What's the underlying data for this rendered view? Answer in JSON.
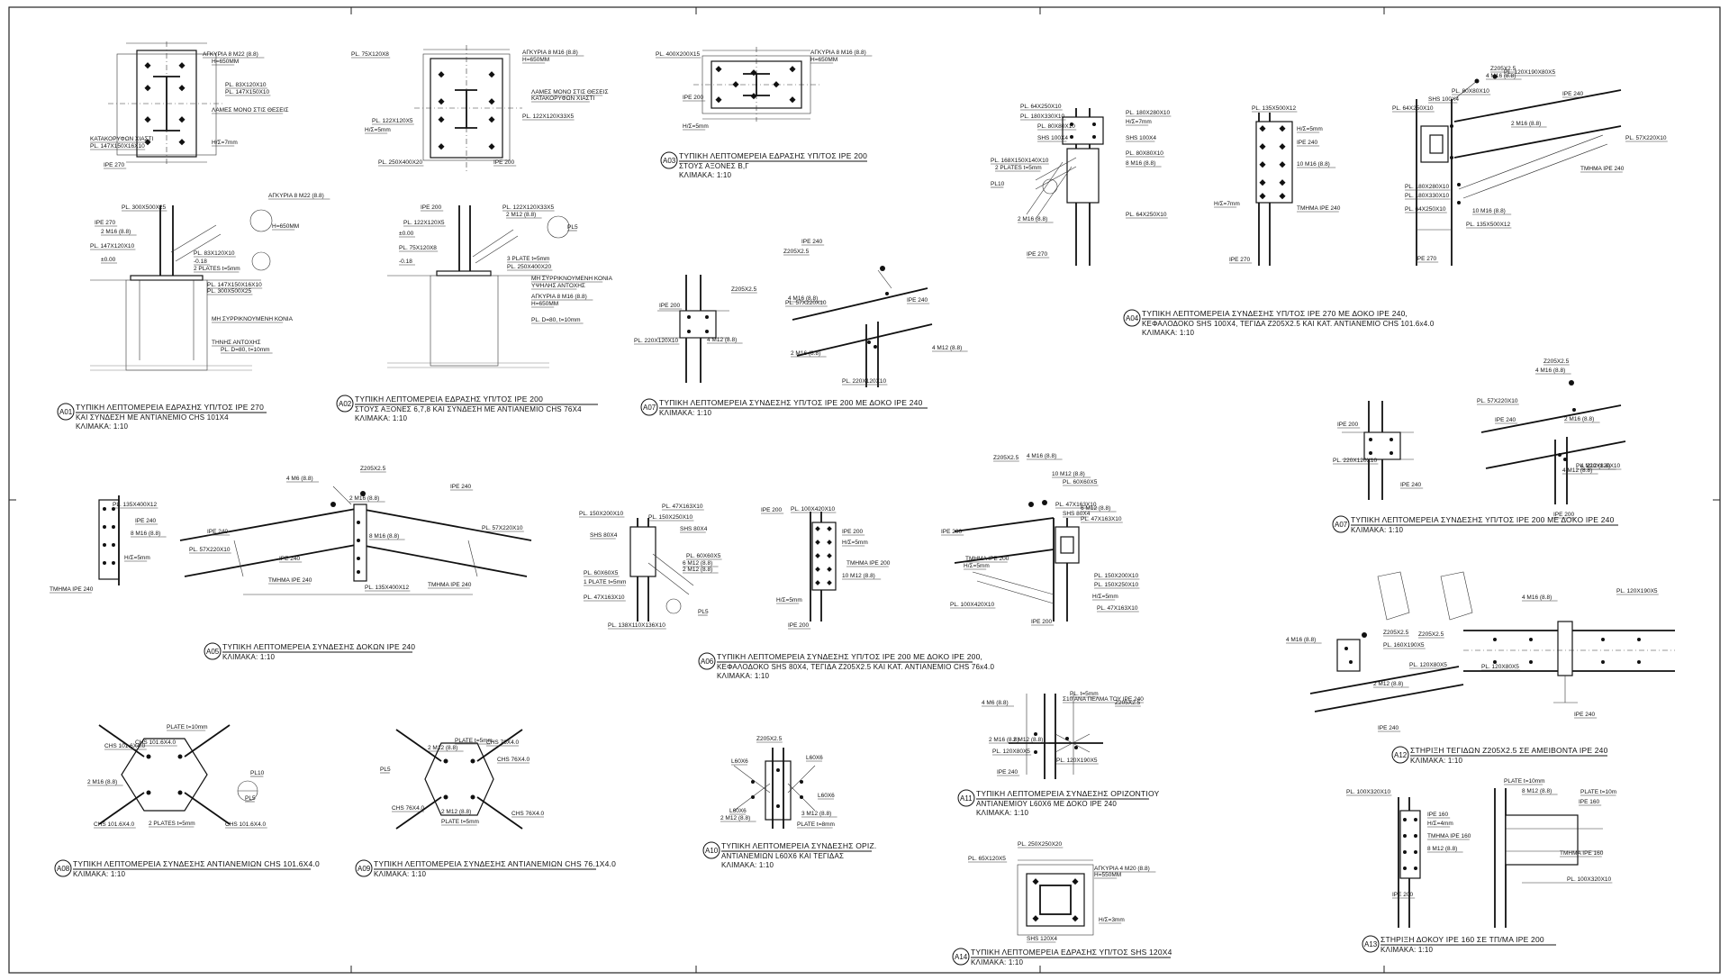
{
  "sheet": {
    "details": [
      {
        "mark": "A01",
        "title": "ΤΥΠΙΚΗ ΛΕΠΤΟΜΕΡΕΙΑ ΕΔΡΑΣΗΣ ΥΠ/ΤΟΣ IPE 270",
        "sub": "ΚΑΙ ΣΥΝΔΕΣΗ ΜΕ ΑΝΤΙΑΝΕΜΙΟ CHS 101X4",
        "scale": "ΚΛΙΜΑΚΑ:  1:10"
      },
      {
        "mark": "A02",
        "title": "ΤΥΠΙΚΗ ΛΕΠΤΟΜΕΡΕΙΑ ΕΔΡΑΣΗΣ ΥΠ/ΤΟΣ IPE 200",
        "sub": "ΣΤΟΥΣ ΑΞΟΝΕΣ 6,7,8 ΚΑΙ ΣΥΝΔΕΣΗ ΜΕ ΑΝΤΙΑΝΕΜΙΟ CHS 76X4",
        "scale": "ΚΛΙΜΑΚΑ:  1:10"
      },
      {
        "mark": "A03",
        "title": "ΤΥΠΙΚΗ ΛΕΠΤΟΜΕΡΕΙΑ ΕΔΡΑΣΗΣ ΥΠ/ΤΟΣ IPE 200",
        "sub": "ΣΤΟΥΣ ΑΞΟΝΕΣ Β,Γ",
        "scale": "ΚΛΙΜΑΚΑ:  1:10"
      },
      {
        "mark": "A04",
        "title": "ΤΥΠΙΚΗ ΛΕΠΤΟΜΕΡΕΙΑ ΣΥΝΔΕΣΗΣ ΥΠ/ΤΟΣ IPE 270 ΜΕ ΔΟΚΟ IPE 240,",
        "sub": "ΚΕΦΑΛΟΔΟΚΟ SHS 100X4, ΤΕΓΙΔΑ Z205X2.5 ΚΑΙ ΚΑΤ. ΑΝΤΙΑΝΕΜΙΟ CHS 101.6x4.0",
        "scale": "ΚΛΙΜΑΚΑ:  1:10"
      },
      {
        "mark": "A05",
        "title": "ΤΥΠΙΚΗ ΛΕΠΤΟΜΕΡΕΙΑ ΣΥΝΔΕΣΗΣ ΔΟΚΩΝ IPE 240",
        "sub": "",
        "scale": "ΚΛΙΜΑΚΑ:  1:10"
      },
      {
        "mark": "A06",
        "title": "ΤΥΠΙΚΗ ΛΕΠΤΟΜΕΡΕΙΑ ΣΥΝΔΕΣΗΣ ΥΠ/ΤΟΣ IPE 200 ΜΕ ΔΟΚΟ IPE 200,",
        "sub": "ΚΕΦΑΛΟΔΟΚΟ SHS 80X4, ΤΕΓΙΔΑ Z205X2.5 ΚΑΙ ΚΑΤ. ΑΝΤΙΑΝΕΜΙΟ CHS 76x4.0",
        "scale": "ΚΛΙΜΑΚΑ:  1:10"
      },
      {
        "mark": "A07",
        "title": "ΤΥΠΙΚΗ ΛΕΠΤΟΜΕΡΕΙΑ ΣΥΝΔΕΣΗΣ ΥΠ/ΤΟΣ IPE 200 ΜΕ ΔΟΚΟ IPE 240",
        "sub": "",
        "scale": "ΚΛΙΜΑΚΑ:  1:10"
      },
      {
        "mark": "A07",
        "title": "ΤΥΠΙΚΗ ΛΕΠΤΟΜΕΡΕΙΑ ΣΥΝΔΕΣΗΣ ΥΠ/ΤΟΣ IPE 200 ΜΕ ΔΟΚΟ IPE 240",
        "sub": "",
        "scale": "ΚΛΙΜΑΚΑ:  1:10"
      },
      {
        "mark": "A08",
        "title": "ΤΥΠΙΚΗ ΛΕΠΤΟΜΕΡΕΙΑ ΣΥΝΔΕΣΗΣ ΑΝΤΙΑΝΕΜΙΩΝ CHS 101.6X4.0",
        "sub": "",
        "scale": "ΚΛΙΜΑΚΑ:  1:10"
      },
      {
        "mark": "A09",
        "title": "ΤΥΠΙΚΗ ΛΕΠΤΟΜΕΡΕΙΑ ΣΥΝΔΕΣΗΣ ΑΝΤΙΑΝΕΜΙΩΝ CHS 76.1X4.0",
        "sub": "",
        "scale": "ΚΛΙΜΑΚΑ:  1:10"
      },
      {
        "mark": "A10",
        "title": "ΤΥΠΙΚΗ ΛΕΠΤΟΜΕΡΕΙΑ ΣΥΝΔΕΣΗΣ ΟΡΙΖ.",
        "sub": "ΑΝΤΙΑΝΕΜΙΩΝ L60X6 ΚΑΙ ΤΕΓΙΔΑΣ",
        "scale": "ΚΛΙΜΑΚΑ:  1:10"
      },
      {
        "mark": "A11",
        "title": "ΤΥΠΙΚΗ ΛΕΠΤΟΜΕΡΕΙΑ ΣΥΝΔΕΣΗΣ ΟΡΙΖΟΝΤΙΟΥ",
        "sub": "ΑΝΤΙΑΝΕΜΙΟΥ L60X6 ΜΕ ΔΟΚΟ IPE 240",
        "scale": "ΚΛΙΜΑΚΑ:  1:10"
      },
      {
        "mark": "A12",
        "title": "ΣΤΗΡΙΞΗ ΤΕΓΙΔΩΝ Z205X2.5 ΣΕ ΑΜΕΙΒΟΝΤΑ IPE 240",
        "sub": "",
        "scale": "ΚΛΙΜΑΚΑ:  1:10"
      },
      {
        "mark": "A13",
        "title": "ΣΤΗΡΙΞΗ ΔΟΚΟΥ IPE 160 ΣΕ ΤΠ/ΜΑ IPE 200",
        "sub": "",
        "scale": "ΚΛΙΜΑΚΑ:  1:10"
      },
      {
        "mark": "A14",
        "title": "ΤΥΠΙΚΗ ΛΕΠΤΟΜΕΡΕΙΑ ΕΔΡΑΣΗΣ ΥΠ/ΤΟΣ SHS 120X4",
        "sub": "",
        "scale": "ΚΛΙΜΑΚΑ:  1:10"
      }
    ],
    "labels": {
      "a01": [
        "ΑΓΚΥΡΙΑ 8 M22 (8.8)",
        "H=650MM",
        "PL. 83X120X10",
        "PL. 147X150X10",
        "ΛΑΜΕΣ ΜΟΝΟ ΣΤΙΣ ΘΕΣΕΙΣ",
        "ΚΑΤΑΚΟΡΥΦΩΝ ΧΙΑΣΤΙ",
        "PL. 147X150X16X10",
        "H/Σ=7mm",
        "IPE 270",
        "PL. 300X500X25",
        "IPE 270",
        "2 M16 (8.8)",
        "PL. 147X120X10",
        "±0.00",
        "PL. 83X120X10",
        "-0.18",
        "2 PLATES t=5mm",
        "PL. 147X150X16X10",
        "PL. 300X500X25",
        "ΜΗ ΣΥΡΡΙΚΝΟΥΜΕΝΗ ΚΟΝΙΑ",
        "ΤΗΝΗΣ ΑΝΤΟΧΗΣ",
        "PL. D=80, t=10mm",
        "ΑΓΚΥΡΙΑ 8 M22 (8.8)",
        "H=650MM",
        "PL10",
        "PL5"
      ],
      "a02": [
        "PL. 75X120X8",
        "ΑΓΚΥΡΙΑ 8 M16 (8.8)",
        "H=650MM",
        "ΛΑΜΕΣ ΜΟΝΟ ΣΤΙΣ ΘΕΣΕΙΣ",
        "ΚΑΤΑΚΟΡΥΦΩΝ ΧΙΑΣΤΙ",
        "H/Σ=5mm",
        "PL. 122X120X5",
        "PL. 122X120X33X5",
        "PL. 250X400X20",
        "IPE 200",
        "IPE 200",
        "PL. 122X120X33X5",
        "2 M12 (8.8)",
        "PL. 122X120X5",
        "±0.00",
        "PL. 75X120X8",
        "-0.18",
        "3 PLATE t=5mm",
        "PL. 250X400X20",
        "ΜΗ ΣΥΡΡΙΚΝΟΥΜΕΝΗ ΚΟΝΙΑ",
        "ΥΨΗΛΗΣ ΑΝΤΟΧΗΣ",
        "ΑΓΚΥΡΙΑ 8 M16 (8.8)",
        "H=650MM",
        "PL. D=80, t=10mm",
        "PL5"
      ],
      "a03": [
        "PL. 400X200X15",
        "ΑΓΚΥΡΙΑ 8 M16 (8.8)",
        "H=650MM",
        "IPE 200",
        "H/Σ=5mm"
      ],
      "a04": [
        "PL. 64X250X10",
        "PL. 180X330X10",
        "PL. 80X80X10",
        "SHS 100X4",
        "PL. 168X150X140X10",
        "2 PLATES t=5mm",
        "PL10",
        "PL. 180X280X10",
        "H/Σ=7mm",
        "SHS 100X4",
        "PL. 80X80X10",
        "8 M16 (8.8)",
        "PL. 64X250X10",
        "2 M16 (8.8)",
        "IPE 270",
        "PL. 135X500X12",
        "H/Σ=5mm",
        "IPE 240",
        "10 M16 (8.8)",
        "H/Σ=7mm",
        "ΤΜΗΜΑ IPE 240",
        "IPE 270",
        "Z205X2.5",
        "4 M16 (8.8)",
        "PL. 120X190X80X5",
        "PL. 80X80X10",
        "SHS 100X4",
        "PL. 64X250X10",
        "IPE 240",
        "2 M16 (8.8)",
        "PL. 57X220X10",
        "ΤΜΗΜΑ IPE 240",
        "PL. 180X280X10",
        "PL. 180X330X10",
        "PL. 64X250X10",
        "10 M16 (8.8)",
        "PL. 135X500X12",
        "IPE 270"
      ],
      "a05": [
        "PL. 135X400X12",
        "IPE 240",
        "8 M16 (8.8)",
        "H/Σ=5mm",
        "ΤΜΗΜΑ IPE 240",
        "4 M6 (8.8)",
        "Z205X2.5",
        "2 M16 (8.8)",
        "PL. 57X220X10",
        "IPE 240",
        "IPE 240",
        "8 M16 (8.8)",
        "IPE 240",
        "PL. 57X220X10",
        "ΤΜΗΜΑ IPE 240",
        "PL. 135X400X12",
        "ΤΜΗΜΑ IPE 240"
      ],
      "a06": [
        "PL. 150X200X10",
        "PL. 47X163X10",
        "PL. 150X250X10",
        "SHS 80X4",
        "SHS 80X4",
        "PL. 60X60X5",
        "PL. 60X60X5",
        "1 PLATE t=5mm",
        "6 M12 (8.8)",
        "2 M12 (8.8)",
        "PL. 47X163X10",
        "PL5",
        "PL. 138X110X136X10",
        "IPE 200",
        "PL. 100X420X10",
        "IPE 200",
        "H/Σ=5mm",
        "ΤΜΗΜΑ IPE 200",
        "10 M12 (8.8)",
        "H/Σ=5mm",
        "IPE 200",
        "Z205X2.5",
        "4 M16 (8.8)",
        "10 M12 (8.8)",
        "PL. 60X60X5",
        "PL. 47X163X10",
        "SHS 80X4",
        "6 M12 (8.8)",
        "PL. 47X163X10",
        "IPE 200",
        "ΤΜΗΜΑ IPE 200",
        "H/Σ=5mm",
        "PL. 150X200X10",
        "PL. 150X250X10",
        "PL. 100X420X10",
        "H/Σ=5mm",
        "PL. 47X163X10",
        "IPE 200"
      ],
      "a07": [
        "Z205X2.5",
        "IPE 200",
        "4 M12 (8.8)",
        "PL. 220X120X10",
        "IPE 240",
        "Z205X2.5",
        "4 M16 (8.8)",
        "PL. 57X220X10",
        "IPE 240",
        "2 M16 (8.8)",
        "4 M12 (8.8)",
        "PL. 220X120X10",
        "IPE 200"
      ],
      "a07b": [
        "Z205X2.5",
        "4 M16 (8.8)",
        "IPE 200",
        "PL. 57X220X10",
        "IPE 240",
        "2 M16 (8.8)",
        "PL. 220X120X10",
        "4 M12 (8.8)",
        "PL. 220X120X10",
        "4 M12 (8.8)",
        "IPE 240",
        "IPE 200"
      ],
      "a08": [
        "PLATE t=10mm",
        "CHS 101.6X4.0",
        "CHS 101.6X4.0",
        "2 M16 (8.8)",
        "PL10",
        "PL5",
        "CHS 101.6X4.0",
        "CHS 101.6X4.0",
        "2 PLATES t=5mm"
      ],
      "a09": [
        "PLATE t=5mm",
        "CHS 76X4.0",
        "2 M12 (8.8)",
        "CHS 76X4.0",
        "PL5",
        "CHS 76X4.0",
        "CHS 76X4.0",
        "2 M12 (8.8)",
        "PLATE t=5mm"
      ],
      "a10": [
        "Z205X2.5",
        "L60X6",
        "L60X6",
        "L60X6",
        "L60X6",
        "2 M12 (8.8)",
        "3 M12 (8.8)",
        "PLATE t=8mm"
      ],
      "a11": [
        "PL. t=5mm",
        "Σ10 ΑΝΑ ΠΕΛΜΑ ΤΟΥ IPE 240",
        "Z205X2.5",
        "4 M6 (8.8)",
        "2 M16 (8.8)",
        "2 M12 (8.8)",
        "PL. 120X80X5",
        "IPE 240",
        "PL. 120X190X5"
      ],
      "a12": [
        "Z205X2.5",
        "Z205X2.5",
        "4 M16 (8.8)",
        "PL. 160X190X5",
        "PL. 120X80X5",
        "2 M12 (8.8)",
        "IPE 240",
        "4 M16 (8.8)",
        "PL. 120X190X5",
        "PL. 120X80X5",
        "IPE 240"
      ],
      "a13": [
        "PL. 100X320X10",
        "IPE 160",
        "H/Σ=4mm",
        "ΤΜΗΜΑ IPE 160",
        "8 M12 (8.8)",
        "IPE 200",
        "PLATE t=10mm",
        "8 M12 (8.8)",
        "PLATE t=10m",
        "IPE 160",
        "ΤΜΗΜΑ IPE 160",
        "PL. 100X320X10"
      ],
      "a14": [
        "PL. 250X250X20",
        "PL. 65X120X5",
        "ΑΓΚΥΡΙΑ 4 M20 (8.8)",
        "H=550MM",
        "H/Σ=3mm",
        "SHS 120X4"
      ]
    }
  }
}
